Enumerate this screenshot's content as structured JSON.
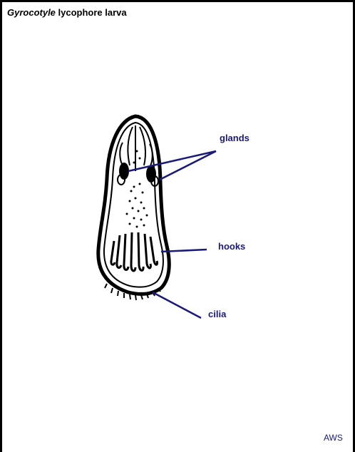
{
  "title": {
    "genus": "Gyrocotyle",
    "rest": " lycophore larva"
  },
  "labels": {
    "glands": "glands",
    "hooks": "hooks",
    "cilia": "cilia"
  },
  "credit": "AWS",
  "colors": {
    "label": "#1a1a7a",
    "leader_line": "#1a1a7a",
    "frame": "#000000",
    "drawing": "#000000"
  }
}
